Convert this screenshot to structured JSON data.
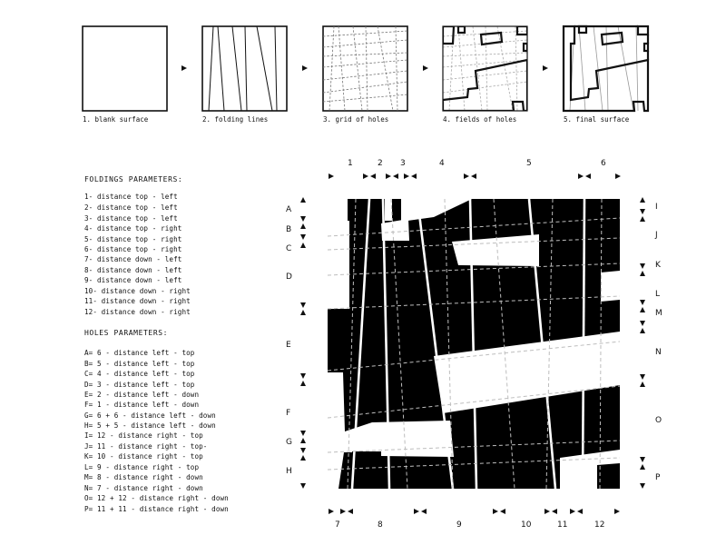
{
  "steps": [
    {
      "caption": "1. blank surface"
    },
    {
      "caption": "2. folding lines"
    },
    {
      "caption": "3. grid of holes"
    },
    {
      "caption": "4. fields of holes"
    },
    {
      "caption": "5. final surface"
    }
  ],
  "foldings": {
    "title": "FOLDINGS PARAMETERS:",
    "items": [
      "1- distance top - left",
      "2- distance top - left",
      "3- distance top - left",
      "4- distance top - right",
      "5- distance top - right",
      "6- distance top - right",
      "7- distance down - left",
      "8- distance down - left",
      "9- distance down - left",
      "10- distance down - right",
      "11- distance down - right",
      "12- distance down - right"
    ]
  },
  "holes": {
    "title": "HOLES PARAMETERS:",
    "items": [
      "A= 6 - distance left - top",
      "B= 5 - distance left - top",
      "C= 4 - distance left - top",
      "D= 3 - distance left - top",
      "E= 2 - distance left - down",
      "F= 1 - distance left - down",
      "G= 6 + 6 - distance left - down",
      "H= 5 + 5 - distance left - down",
      "I= 12 - distance right - top",
      "J= 11 - distance right - top-",
      "K= 10 - distance right - top",
      "L= 9 - distance right - top",
      "M= 8 - distance right - down",
      "N= 7 - distance right - down",
      "O= 12 + 12 - distance right - down",
      "P= 11 + 11 - distance right - down"
    ]
  },
  "dimension_labels": {
    "top": [
      "1",
      "2",
      "3",
      "4",
      "5",
      "6"
    ],
    "bottom": [
      "7",
      "8",
      "9",
      "10",
      "11",
      "12"
    ],
    "left": [
      "A",
      "B",
      "C",
      "D",
      "E",
      "F",
      "G",
      "H"
    ],
    "right": [
      "I",
      "J",
      "K",
      "L",
      "M",
      "N",
      "O",
      "P"
    ]
  }
}
